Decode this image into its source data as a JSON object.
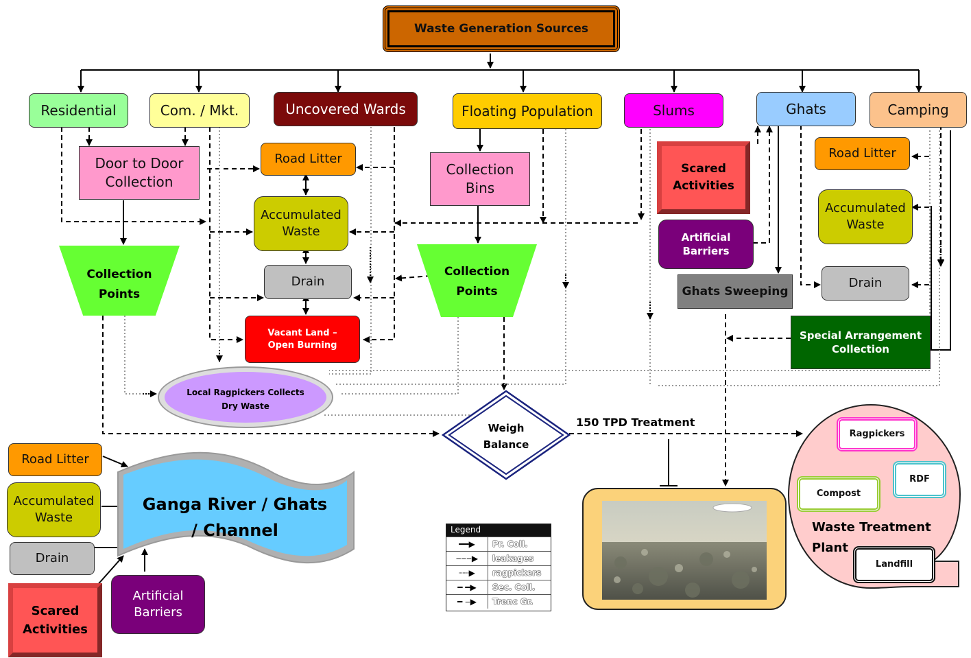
{
  "header": {
    "title": "Waste Generation Sources"
  },
  "sources": {
    "residential": "Residential",
    "commercial": "Com. / Mkt.",
    "uncovered": "Uncovered Wards",
    "floating": "Floating Population",
    "slums": "Slums",
    "ghats": "Ghats",
    "camping": "Camping"
  },
  "middle": {
    "door_to_door": "Door to Door Collection",
    "road_litter": "Road Litter",
    "accumulated": "Accumulated Waste",
    "drain": "Drain",
    "vacant_land": "Vacant Land – Open Burning",
    "collection_bins": "Collection Bins",
    "collection_points_left": "Collection Points",
    "collection_points_mid": "Collection Points",
    "ragpickers": "Local Ragpickers Collects Dry Waste",
    "weigh_balance": "Weigh Balance",
    "treatment_label": "150 TPD  Treatment"
  },
  "ghats_side": {
    "scared": "Scared Activities",
    "artificial": "Artificial Barriers",
    "sweeping": "Ghats Sweeping",
    "road_litter": "Road Litter",
    "accumulated": "Accumulated Waste",
    "drain": "Drain",
    "special": "Special Arrangement Collection"
  },
  "river_side": {
    "road_litter": "Road Litter",
    "accumulated": "Accumulated Waste",
    "drain": "Drain",
    "scared": "Scared Activities",
    "artificial": "Artificial Barriers",
    "river": "Ganga River / Ghats / Channel"
  },
  "plant": {
    "title": "Waste Treatment Plant",
    "ragpickers": "Ragpickers",
    "rdf": "RDF",
    "compost": "Compost",
    "landfill": "Landfill"
  },
  "legend": {
    "title": "Legend",
    "items": [
      "Pr. Coll.",
      "leakages",
      "ragpickers",
      "Sec. Coll.",
      "Trenc Gr."
    ]
  },
  "colors": {
    "header": "#cc6600",
    "residential": "#99ff99",
    "commercial": "#ffff99",
    "uncovered": "#7b0a0a",
    "floating": "#ffcc00",
    "slums": "#ff00ff",
    "ghats": "#99ccff",
    "camping": "#fcc28c",
    "road_litter": "#ff9900",
    "accumulated": "#cccc00",
    "drain": "#c0c0c0",
    "vacant": "#ff0000",
    "pink_box": "#ff99cc",
    "collection_point": "#66ff33",
    "ragpicker_oval": "#cc99ff",
    "purple": "#7a007a",
    "special": "#006600",
    "sweeping": "#808080",
    "river": "#66ccff",
    "plant": "#ffcccc"
  }
}
